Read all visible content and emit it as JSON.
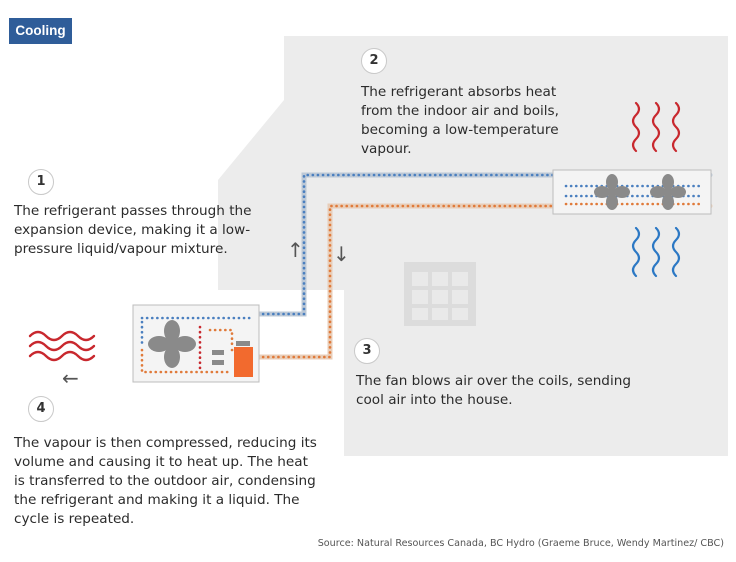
{
  "badge": "Cooling",
  "steps": [
    {
      "number": "1",
      "lines": [
        "The refrigerant passes through the",
        "expansion device, making it a low-",
        "pressure liquid/vapour mixture."
      ]
    },
    {
      "number": "2",
      "lines": [
        "The refrigerant absorbs heat",
        "from the indoor air and boils,",
        "becoming a low-temperature",
        "vapour."
      ]
    },
    {
      "number": "3",
      "lines": [
        "The fan blows air over the coils, sending",
        "cool air into the house."
      ]
    },
    {
      "number": "4",
      "lines": [
        "The vapour is then compressed, reducing its",
        "volume and causing it to heat up. The heat",
        "is transferred to the outdoor air, condensing",
        "the refrigerant and making it a liquid. The",
        "cycle is repeated."
      ]
    }
  ],
  "arrows": {
    "up": "↑",
    "down": "↓",
    "left": "←"
  },
  "source": "Source: Natural Resources Canada, BC Hydro (Graeme Bruce, Wendy Martinez/ CBC)",
  "colors": {
    "badge": "#2f5d99",
    "house": "#ececec",
    "cold_pipe": "#4a7fbf",
    "hot_pipe": "#e07a3a",
    "heat_wave": "#c8282e",
    "cool_wave": "#2c78c4",
    "compressor": "#f26a2e",
    "fan": "#8a8a8a"
  },
  "icons": [
    "heat-wave-icon",
    "cool-air-wave-icon",
    "fan-icon",
    "compressor-icon",
    "window-icon"
  ]
}
